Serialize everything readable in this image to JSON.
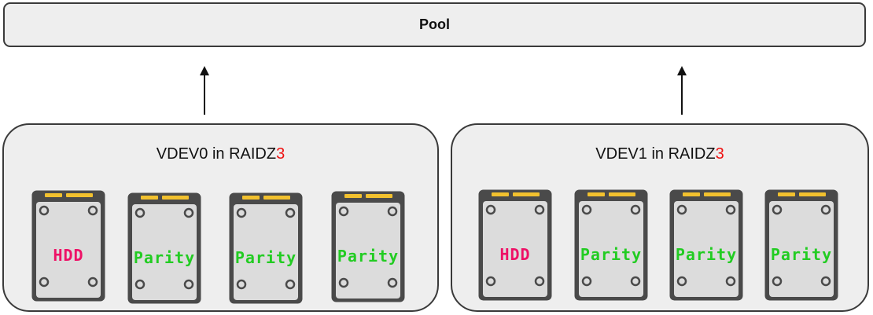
{
  "pool": {
    "label": "Pool"
  },
  "vdevs": [
    {
      "name_prefix": "VDEV0 in RAIDZ",
      "name_level": "3",
      "disks": [
        {
          "label": "HDD",
          "color": "#ee1166"
        },
        {
          "label": "Parity",
          "color": "#22cc22"
        },
        {
          "label": "Parity",
          "color": "#22cc22"
        },
        {
          "label": "Parity",
          "color": "#22cc22"
        }
      ]
    },
    {
      "name_prefix": "VDEV1 in RAIDZ",
      "name_level": "3",
      "disks": [
        {
          "label": "HDD",
          "color": "#ee1166"
        },
        {
          "label": "Parity",
          "color": "#22cc22"
        },
        {
          "label": "Parity",
          "color": "#22cc22"
        },
        {
          "label": "Parity",
          "color": "#22cc22"
        }
      ]
    }
  ],
  "colors": {
    "box_fill": "#eeeeee",
    "box_stroke": "#3a3a3a",
    "disk_body": "#4a4a4a",
    "disk_face": "#dcdcdc",
    "connector": "#f2c12e",
    "raid_level": "#ee1111"
  },
  "icons": {
    "disk": "hdd-icon",
    "arrow": "arrow-up-icon"
  }
}
